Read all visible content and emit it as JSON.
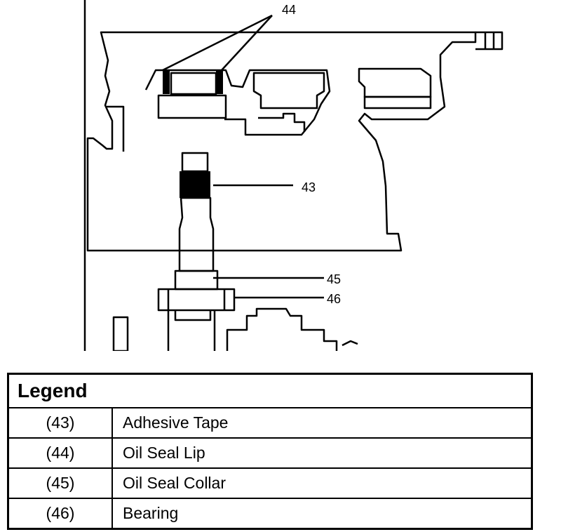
{
  "diagram": {
    "callouts": {
      "c43": "43",
      "c44": "44",
      "c45": "45",
      "c46": "46"
    }
  },
  "legend": {
    "title": "Legend",
    "rows": [
      {
        "number": "(43)",
        "description": "Adhesive Tape"
      },
      {
        "number": "(44)",
        "description": "Oil Seal Lip"
      },
      {
        "number": "(45)",
        "description": "Oil Seal Collar"
      },
      {
        "number": "(46)",
        "description": "Bearing"
      }
    ]
  }
}
